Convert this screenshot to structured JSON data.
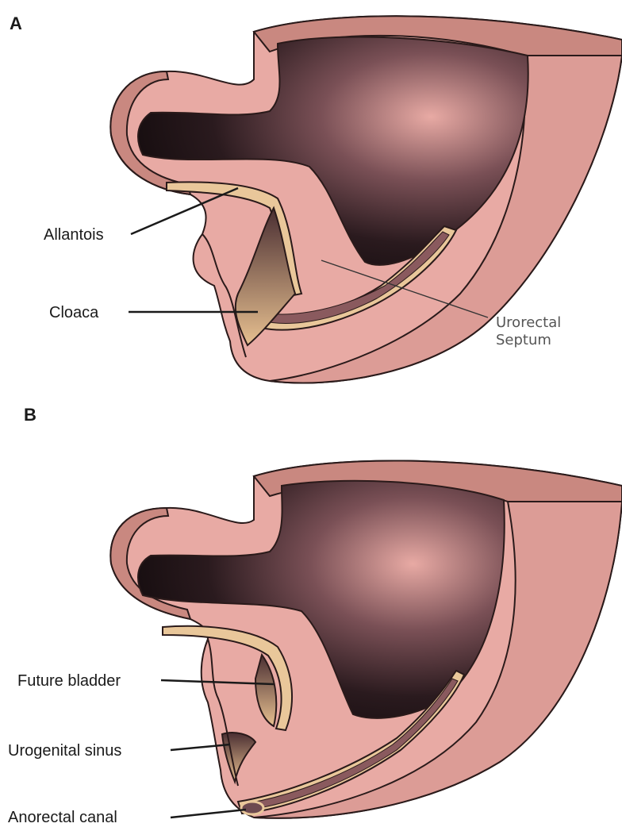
{
  "colors": {
    "tissue": "#e8aaa4",
    "tissue_edge": "#c98880",
    "cavity_dark": "#1c1214",
    "cavity_mid": "#6e4a50",
    "endoderm_lining": "#e9c79a",
    "outline": "#2a1a1a"
  },
  "panel_a": {
    "letter": "A",
    "labels": {
      "allantois": "Allantois",
      "cloaca": "Cloaca",
      "urorectal_line1": "Urorectal",
      "urorectal_line2": "Septum"
    }
  },
  "panel_b": {
    "letter": "B",
    "labels": {
      "future_bladder": "Future bladder",
      "urogenital_sinus": "Urogenital sinus",
      "anorectal_canal": "Anorectal canal"
    }
  }
}
